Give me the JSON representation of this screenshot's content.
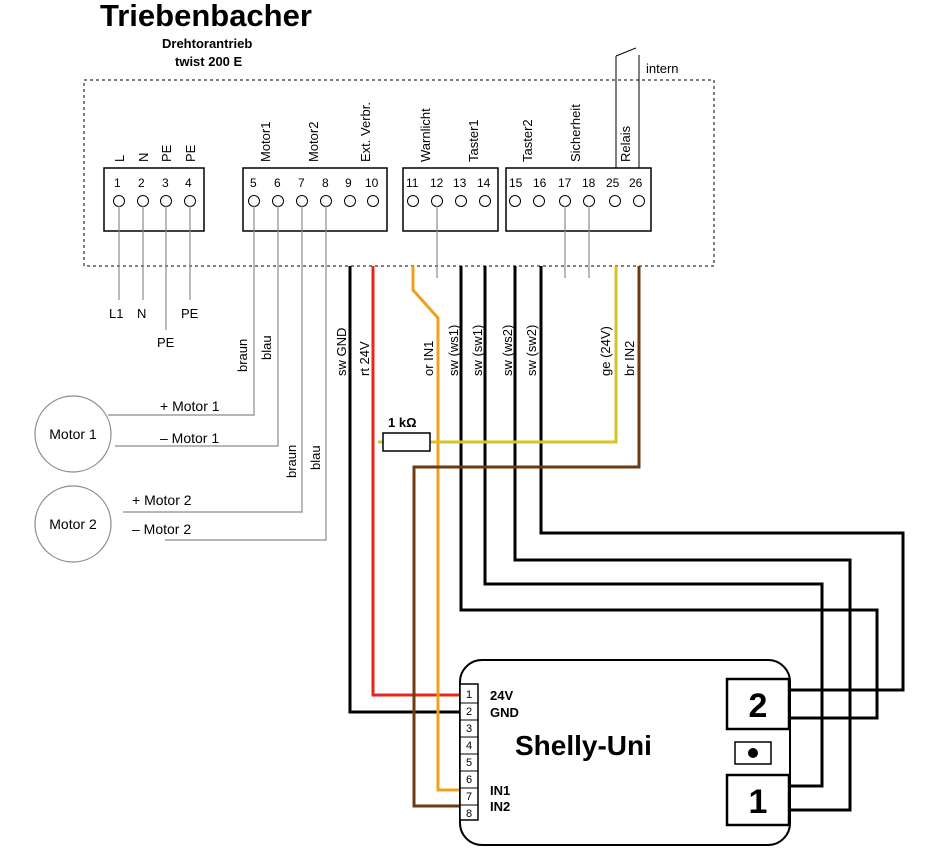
{
  "header": {
    "brand": "Triebenbacher",
    "subtitle": "Drehtorantrieb",
    "model": "twist 200 E"
  },
  "intern_label": "intern",
  "terminal_groups": [
    {
      "name": "power",
      "terminals": [
        {
          "num": "1",
          "label": "L"
        },
        {
          "num": "2",
          "label": "N"
        },
        {
          "num": "3",
          "label": "PE"
        },
        {
          "num": "4",
          "label": "PE"
        }
      ]
    },
    {
      "name": "motors",
      "terminals": [
        {
          "num": "5",
          "label": ""
        },
        {
          "num": "6",
          "label": "Motor1"
        },
        {
          "num": "7",
          "label": ""
        },
        {
          "num": "8",
          "label": "Motor2"
        },
        {
          "num": "9",
          "label": ""
        },
        {
          "num": "10",
          "label": "Ext. Verbr."
        }
      ]
    },
    {
      "name": "inputs1",
      "terminals": [
        {
          "num": "11",
          "label": "Warnlicht"
        },
        {
          "num": "12",
          "label": ""
        },
        {
          "num": "13",
          "label": "Taster1"
        },
        {
          "num": "14",
          "label": ""
        }
      ]
    },
    {
      "name": "inputs2",
      "terminals": [
        {
          "num": "15",
          "label": "Taster2"
        },
        {
          "num": "16",
          "label": ""
        },
        {
          "num": "17",
          "label": "Sicherheit"
        },
        {
          "num": "18",
          "label": ""
        },
        {
          "num": "25",
          "label": "Relais"
        },
        {
          "num": "26",
          "label": ""
        }
      ]
    }
  ],
  "power_wire_labels": [
    "L1",
    "N",
    "PE",
    "PE"
  ],
  "wire_labels": {
    "w5": "braun",
    "w6": "blau",
    "w7": "braun",
    "w8": "blau",
    "w9": "sw  GND",
    "w10": "rt  24V",
    "w11": "or  IN1",
    "w13": "sw (ws1)",
    "w14": "sw (sw1)",
    "w15": "sw (ws2)",
    "w16": "sw (sw2)",
    "w25": "ge  (24V)",
    "w26": "br  IN2"
  },
  "motors": [
    {
      "name": "Motor 1",
      "plus_label": "+ Motor 1",
      "minus_label": "– Motor 1"
    },
    {
      "name": "Motor 2",
      "plus_label": "+ Motor 2",
      "minus_label": "– Motor 2"
    }
  ],
  "resistor_label": "1 kΩ",
  "shelly": {
    "title": "Shelly-Uni",
    "pins": [
      "1",
      "2",
      "3",
      "4",
      "5",
      "6",
      "7",
      "8"
    ],
    "pin_labels": {
      "p1": "24V",
      "p2": "GND",
      "p7": "IN1",
      "p8": "IN2"
    },
    "relay_top": "2",
    "relay_bottom": "1"
  },
  "colors": {
    "red": "#e8261c",
    "orange": "#f0a020",
    "yellow": "#d8c22a",
    "brown": "#6e3a10",
    "black": "#000000",
    "grey": "#8a8a8a"
  }
}
